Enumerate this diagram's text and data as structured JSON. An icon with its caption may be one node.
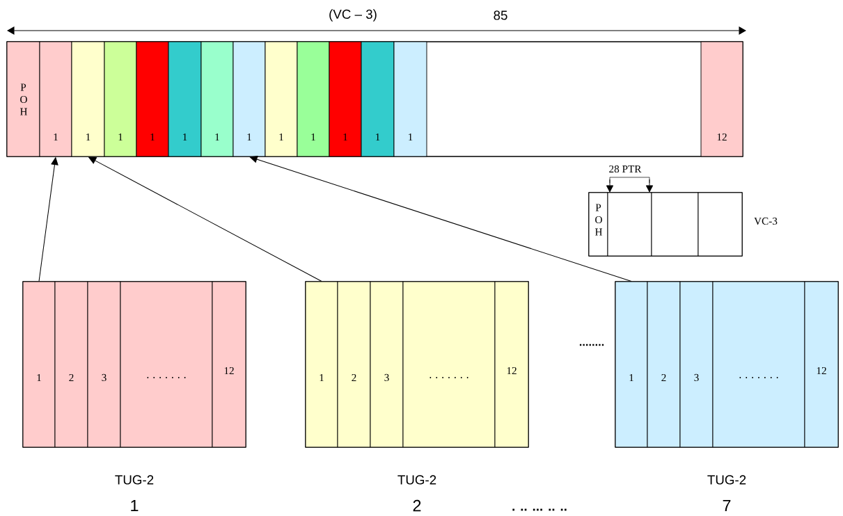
{
  "diagram": {
    "nodes": [
      {
        "text": [],
        "shape": "box"
      },
      {
        "text": [
          "P O H"
        ],
        "in": 0
      },
      {
        "text": [
          "1"
        ],
        "in": 0
      },
      {
        "text": [
          "1"
        ],
        "in": 0
      },
      {
        "text": [
          "1"
        ],
        "in": 0
      },
      {
        "text": [
          "1"
        ],
        "in": 0
      },
      {
        "text": [
          "1"
        ],
        "in": 0
      },
      {
        "text": [
          "1"
        ],
        "in": 0
      },
      {
        "text": [
          "1"
        ],
        "in": 0
      },
      {
        "text": [
          "1"
        ],
        "in": 0
      },
      {
        "text": [
          "1"
        ],
        "in": 0
      },
      {
        "text": [
          "1"
        ],
        "in": 0
      },
      {
        "text": [
          "1"
        ],
        "in": 0
      },
      {
        "text": [
          "1"
        ],
        "in": 0
      },
      {
        "text": [
          "12"
        ],
        "in": 0
      },
      {
        "text": [],
        "shape": "box",
        "beside": [
          "VC-3"
        ]
      },
      {
        "text": [
          "P O H"
        ],
        "in": 15
      },
      {
        "text": [],
        "shape": "box",
        "in": 15
      },
      {
        "text": [],
        "shape": "box",
        "in": 15
      },
      {
        "text": [],
        "shape": "box",
        "in": 15
      },
      {
        "text": [],
        "shape": "box",
        "beside": [
          "TUG-2",
          "1"
        ]
      },
      {
        "text": [
          "1"
        ],
        "in": 20
      },
      {
        "text": [
          "2"
        ],
        "in": 20
      },
      {
        "text": [
          "3"
        ],
        "in": 20
      },
      {
        "text": [
          ". . . . . . ."
        ],
        "in": 20
      },
      {
        "text": [
          "12"
        ],
        "in": 20
      },
      {
        "text": [],
        "shape": "box",
        "beside": [
          "TUG-2",
          "2"
        ]
      },
      {
        "text": [
          "1"
        ],
        "in": 26
      },
      {
        "text": [
          "2"
        ],
        "in": 26
      },
      {
        "text": [
          "3"
        ],
        "in": 26
      },
      {
        "text": [
          ". . . . . . ."
        ],
        "in": 26
      },
      {
        "text": [
          "12"
        ],
        "in": 26
      },
      {
        "text": [],
        "shape": "box",
        "beside": [
          "TUG-2",
          "7"
        ]
      },
      {
        "text": [
          "1"
        ],
        "in": 32
      },
      {
        "text": [
          "2"
        ],
        "in": 32
      },
      {
        "text": [
          "3"
        ],
        "in": 32
      },
      {
        "text": [
          ". . . . . . ."
        ],
        "in": 32
      },
      {
        "text": [
          "12"
        ],
        "in": 32
      }
    ],
    "edges": [
      {
        "from": 21,
        "to": 2,
        "arrow": "to"
      },
      {
        "from": 27,
        "to": 3,
        "arrow": "to"
      },
      {
        "from": 33,
        "to": 8,
        "arrow": "to"
      }
    ],
    "labels": [
      "(VC – 3)",
      "85",
      "28 PTR",
      "........",
      ". .. ... .. .."
    ]
  }
}
